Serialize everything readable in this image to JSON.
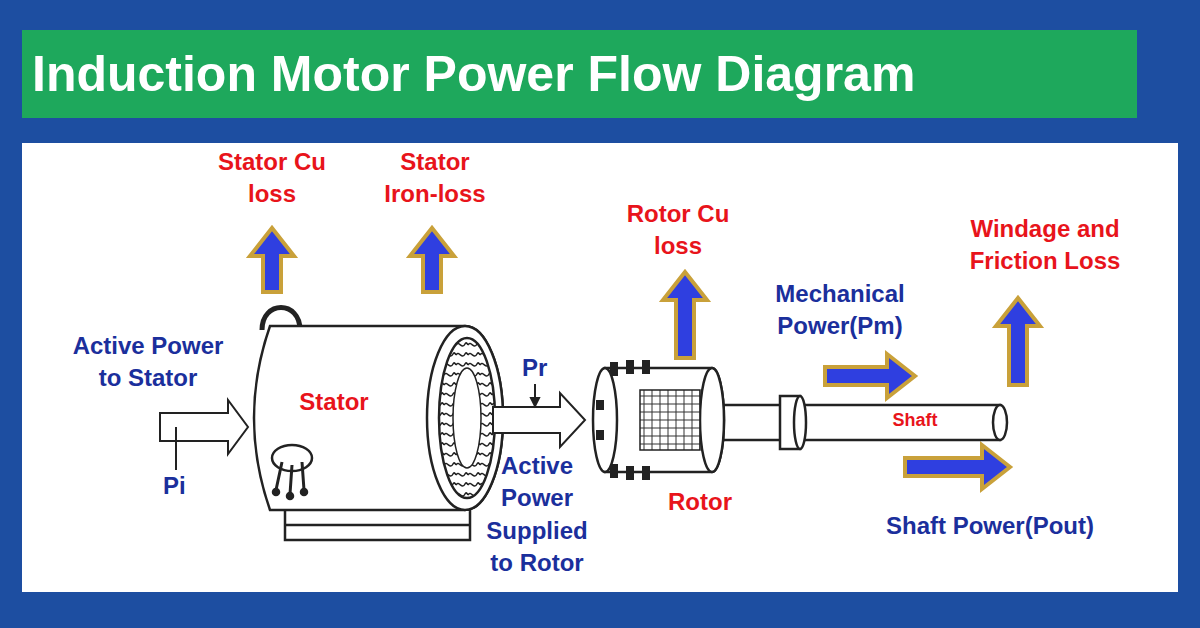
{
  "diagram": {
    "title": "Induction Motor Power Flow Diagram",
    "labels": [
      "Stator Cu loss",
      "Stator Iron-loss",
      "Rotor Cu loss",
      "Windage and Friction Loss",
      "Mechanical Power(Pm)",
      "Active Power to Stator",
      "Pr",
      "Stator",
      "Shaft",
      "Active Power Supplied to Rotor",
      "Pi",
      "Rotor",
      "Shaft Power(Pout)"
    ]
  }
}
